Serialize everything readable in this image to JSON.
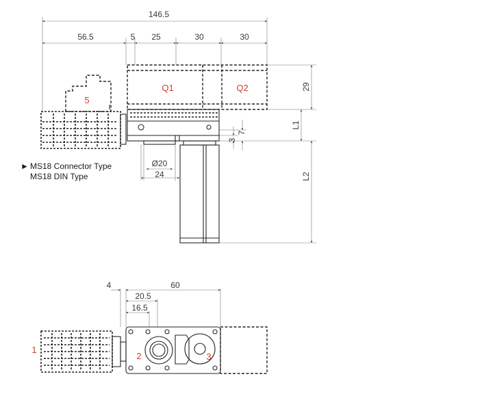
{
  "dimensions_top": {
    "overall": "146.5",
    "seg_a": "56.5",
    "seg_b": "5",
    "seg_c": "25",
    "seg_d": "30",
    "seg_e": "30",
    "right_29": "29",
    "right_l1": "L1",
    "right_l2": "L2",
    "small_7": "7",
    "small_3": "3",
    "diameter": "Ø20",
    "width_24": "24"
  },
  "labels": {
    "q1": "Q1",
    "q2": "Q2",
    "five": "5",
    "one": "1",
    "two": "2",
    "three": "3"
  },
  "legend": {
    "marker": "►",
    "line1": "MS18 Connector Type",
    "line2": "MS18 DIN Type"
  },
  "dimensions_bottom": {
    "d4": "4",
    "d60": "60",
    "d20_5": "20.5",
    "d16_5": "16.5"
  },
  "colors": {
    "label_red": "#d23a2e",
    "line": "#222222"
  }
}
